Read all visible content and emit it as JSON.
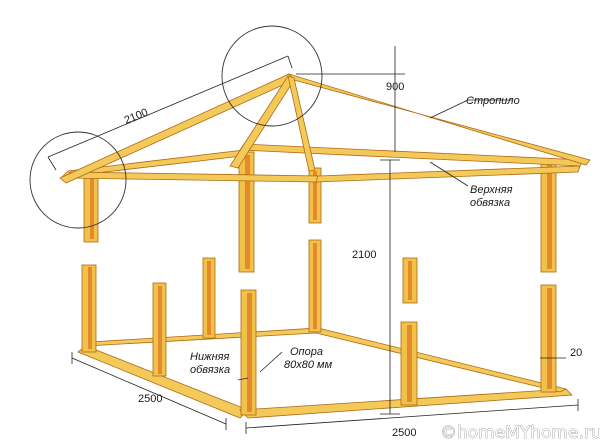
{
  "labels": {
    "rafter_len": "2100",
    "roof_height": "900",
    "rafter": "Стропило",
    "top_frame_1": "Верхняя",
    "top_frame_2": "обвязка",
    "post_height": "2100",
    "bottom_frame_1": "Нижняя",
    "bottom_frame_2": "обвязка",
    "support_1": "Опора",
    "support_2": "80x80 мм",
    "width_left": "2500",
    "width_front": "2500",
    "small_dim": "20"
  },
  "watermark": "©homeMYhome.ru",
  "colors": {
    "wood_light": "#f1c24a",
    "wood_dark": "#e48a2c",
    "outline": "#b06a14"
  }
}
